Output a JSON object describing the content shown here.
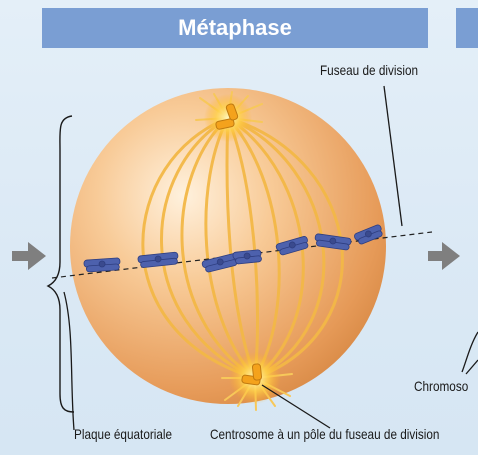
{
  "title": "Métaphase",
  "labels": {
    "spindle": "Fuseau de division",
    "plate": "Plaque équatoriale",
    "centrosome": "Centrosome à un pôle du fuseau de division",
    "chromosome_partial": "Chromoso"
  },
  "colors": {
    "banner": "#7a9ed3",
    "background": "#dbe9f5",
    "cell": "#e9a466",
    "spindle_fibers": "#f2b64a",
    "chromosomes": "#4a5ea8",
    "arrows": "#808080"
  },
  "icons": [
    "right-arrow-icon",
    "centrosome-icon"
  ]
}
